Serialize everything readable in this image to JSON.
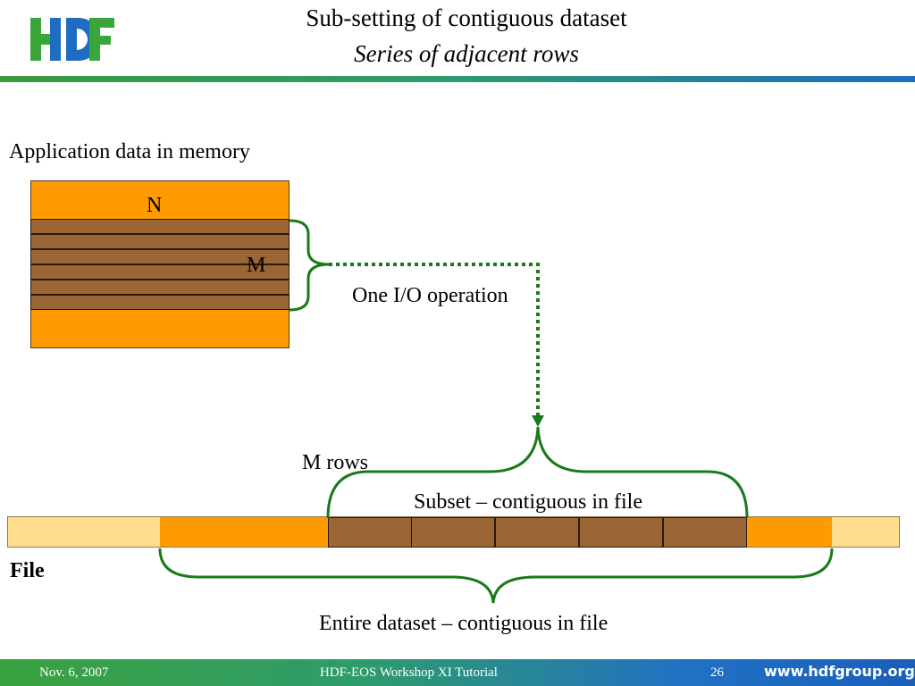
{
  "header": {
    "logo_text": "HDF",
    "title": "Sub-setting of contiguous dataset",
    "subtitle": "Series of  adjacent rows"
  },
  "diagram": {
    "memory_label": "Application data in memory",
    "n_label": "N",
    "m_label": "M",
    "io_label": "One I/O operation",
    "m_rows_label": "M rows",
    "subset_label": "Subset – contiguous in file",
    "file_label": "File",
    "dataset_label": "Entire dataset – contiguous in file"
  },
  "footer": {
    "date": "Nov. 6, 2007",
    "event": "HDF-EOS Workshop XI Tutorial",
    "page": "26",
    "url": "www.hdfgroup.org"
  },
  "colors": {
    "orange": "#ff9a00",
    "brown": "#9b6635",
    "light_yellow": "#ffdd8c",
    "green": "#1a7a1a",
    "logo_green": "#3aa63a",
    "logo_blue": "#1f6dc0"
  }
}
